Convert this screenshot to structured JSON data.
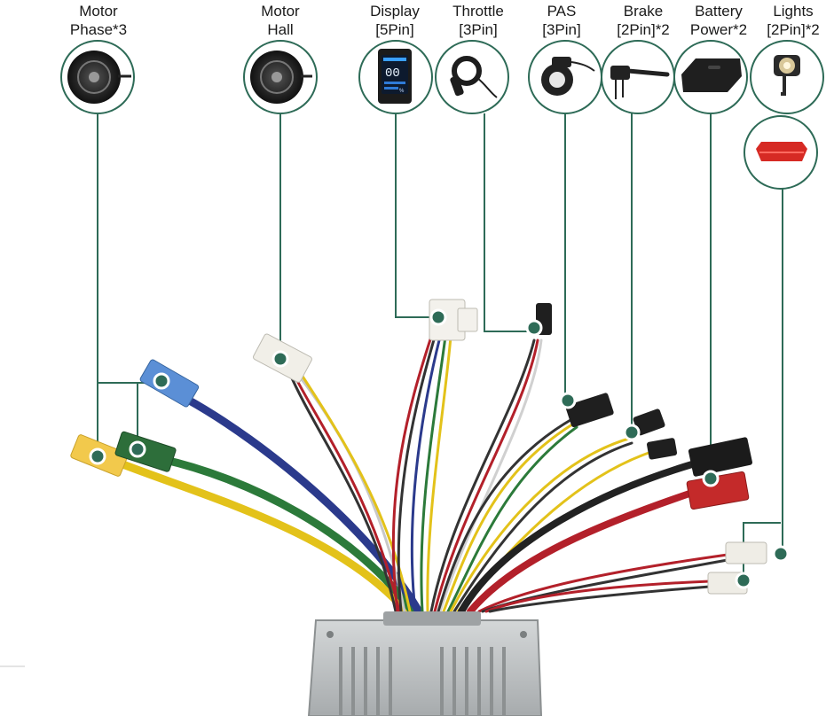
{
  "components": [
    {
      "id": "motor-phase",
      "line1": "Motor",
      "line2": "Phase*3"
    },
    {
      "id": "motor-hall",
      "line1": "Motor",
      "line2": "Hall"
    },
    {
      "id": "display",
      "line1": "Display",
      "line2": "[5Pin]"
    },
    {
      "id": "throttle",
      "line1": "Throttle",
      "line2": "[3Pin]"
    },
    {
      "id": "pas",
      "line1": "PAS",
      "line2": "[3Pin]"
    },
    {
      "id": "brake",
      "line1": "Brake",
      "line2": "[2Pin]*2"
    },
    {
      "id": "battery",
      "line1": "Battery",
      "line2": "Power*2"
    },
    {
      "id": "lights",
      "line1": "Lights",
      "line2": "[2Pin]*2"
    }
  ],
  "display_screen": {
    "speed": "00",
    "percent": "%"
  },
  "colors": {
    "leader_line": "#2e6b57",
    "connector_dot": "#2e6b57",
    "wire_yellow": "#e3c21a",
    "wire_green": "#2c7a3a",
    "wire_blue": "#2b3a8c",
    "wire_red": "#b3202a",
    "wire_black": "#222222",
    "wire_white": "#cfcfcf",
    "controller": "#b8bcbe"
  }
}
